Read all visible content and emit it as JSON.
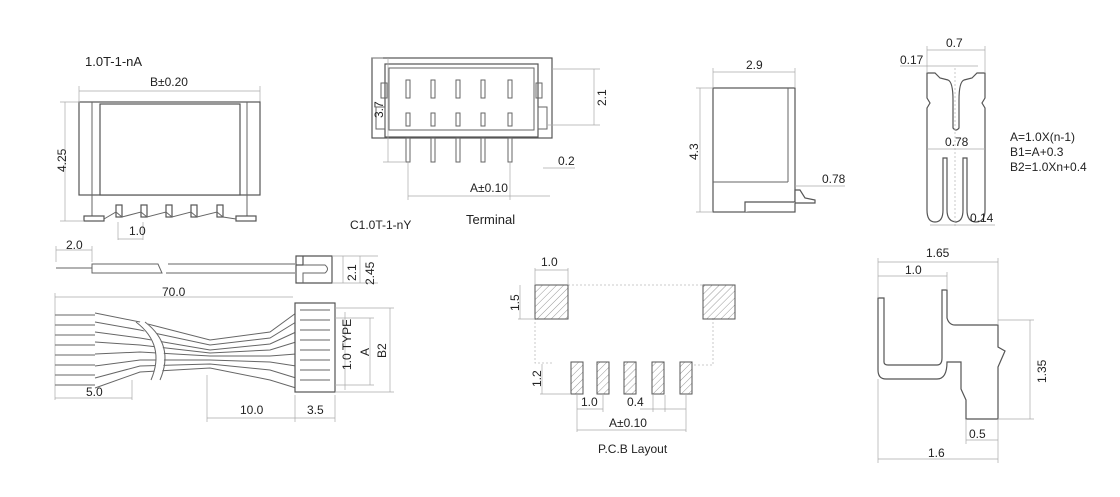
{
  "header_view": {
    "title": "1.0T-1-nA",
    "dim_width": "B±0.20",
    "dim_height": "4.25",
    "dim_pitch": "1.0"
  },
  "front_view": {
    "label": "C1.0T-1-nY",
    "caption": "Terminal",
    "dim_height": "3.7",
    "dim_inner": "2.1",
    "dim_pin": "0.2",
    "dim_span": "A±0.10"
  },
  "side_view": {
    "dim_width": "2.9",
    "dim_height": "4.3",
    "dim_tail": "0.78"
  },
  "terminal_view": {
    "dim_width": "0.7",
    "dim_tip": "0.17",
    "dim_mid": "0.78",
    "dim_gap": "0.14"
  },
  "formulas": [
    "A=1.0X(n-1)",
    "B1=A+0.3",
    "B2=1.0Xn+0.4"
  ],
  "cable_view": {
    "dim_strip": "2.0",
    "dim_h1": "2.1",
    "dim_h2": "2.45",
    "dim_length": "70.0",
    "dim_type": "1.0 TYPE",
    "dim_a": "A",
    "dim_b2": "B2",
    "dim_end": "5.0",
    "dim_fan": "10.0",
    "dim_housing": "3.5"
  },
  "pcb_layout": {
    "caption": "P.C.B Layout",
    "dim_pad_w": "1.0",
    "dim_pad_h": "1.5",
    "dim_sig_h": "1.2",
    "dim_pitch": "1.0",
    "dim_sig_w": "0.4",
    "dim_span": "A±0.10"
  },
  "profile_view": {
    "dim_total_top": "1.65",
    "dim_top": "1.0",
    "dim_height": "1.35",
    "dim_foot": "0.5",
    "dim_total_bottom": "1.6"
  }
}
